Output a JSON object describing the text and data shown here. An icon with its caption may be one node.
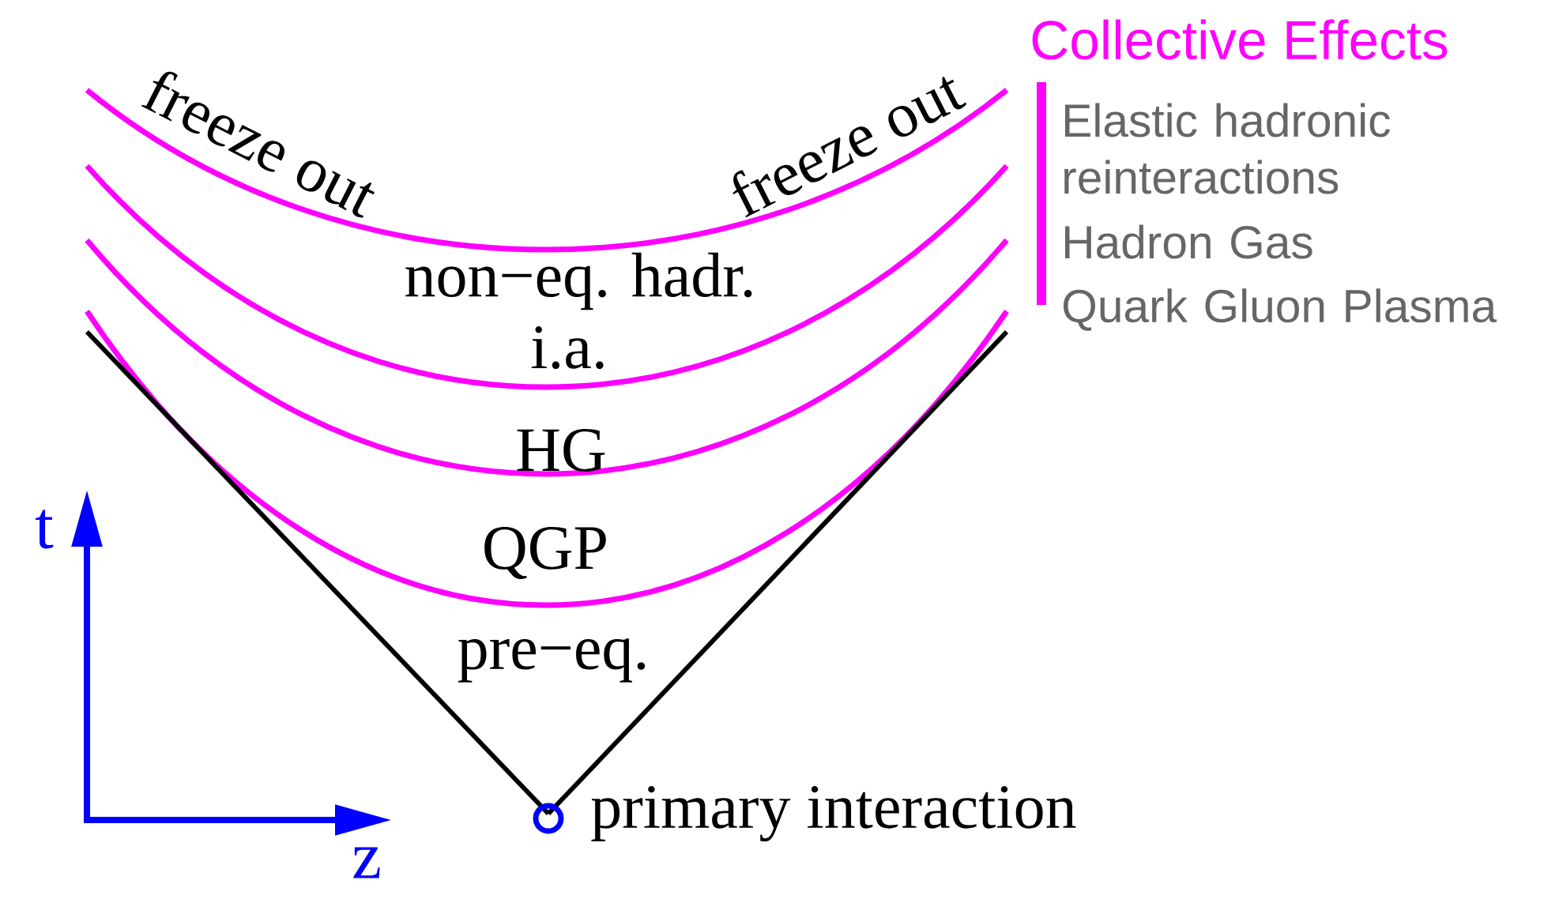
{
  "diagram": {
    "labels": [
      "freeze out",
      "freeze out",
      "non−eq. hadr.",
      "i.a.",
      "HG",
      "QGP",
      "pre−eq.",
      "t",
      "z",
      "primary interaction",
      "Collective Effects",
      "Elastic hadronic reinteractions",
      "Hadron Gas",
      "Quark Gluon Plasma"
    ]
  }
}
